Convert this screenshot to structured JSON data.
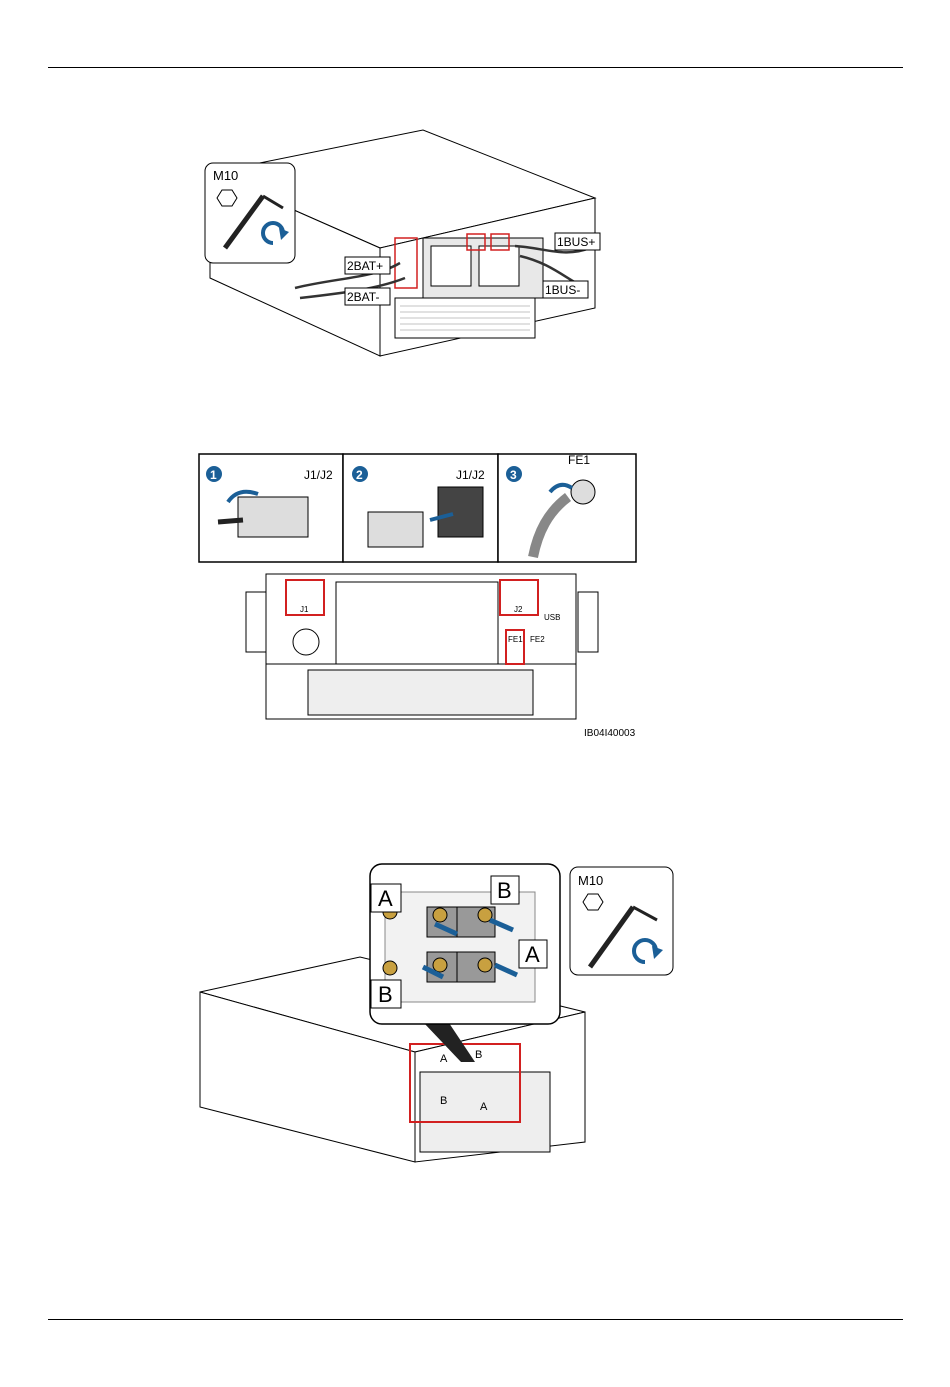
{
  "figure1": {
    "tool_size": "M10",
    "callouts": {
      "bat_pos": "2BAT+",
      "bat_neg": "2BAT-",
      "bus_pos": "1BUS+",
      "bus_neg": "1BUS-"
    }
  },
  "figure2": {
    "steps": [
      {
        "number": "1",
        "label": "J1/J2"
      },
      {
        "number": "2",
        "label": "J1/J2"
      },
      {
        "number": "3",
        "label": "FE1"
      }
    ],
    "panel_labels": {
      "j1": "J1",
      "j2": "J2",
      "usb": "USB",
      "fe1": "FE1",
      "fe2": "FE2"
    },
    "figure_id": "IB04I40003"
  },
  "figure3": {
    "tool_size": "M10",
    "markers": {
      "a": "A",
      "b": "B"
    }
  },
  "colors": {
    "highlight": "#d22020",
    "rotate_arrow": "#1b5f97",
    "cable": "#333333"
  }
}
